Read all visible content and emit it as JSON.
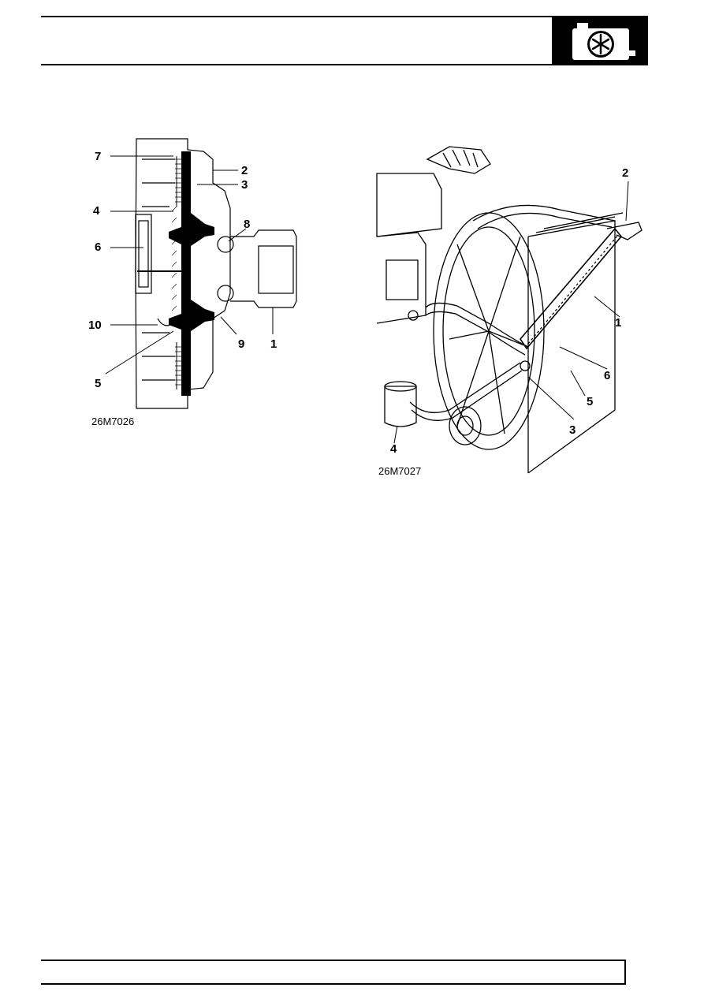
{
  "header": {
    "section_icon": "radiator-cooling-fan-icon"
  },
  "figure_left": {
    "code": "26M7026",
    "callouts": [
      "7",
      "2",
      "3",
      "4",
      "8",
      "6",
      "10",
      "9",
      "1",
      "5"
    ]
  },
  "figure_right": {
    "code": "26M7027",
    "callouts": [
      "2",
      "1",
      "6",
      "5",
      "3",
      "4"
    ]
  },
  "footer": {}
}
